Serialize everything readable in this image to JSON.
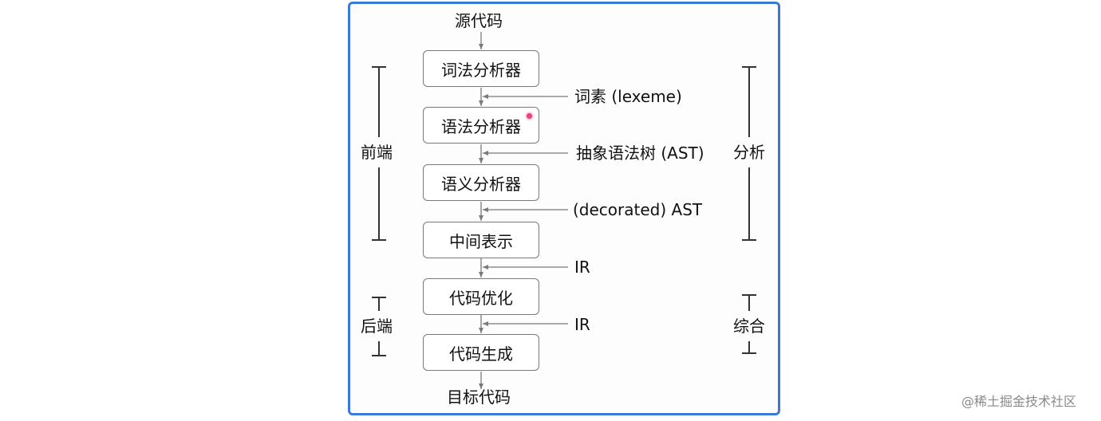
{
  "diagram": {
    "source": "源代码",
    "target": "目标代码",
    "stages": [
      "词法分析器",
      "语法分析器",
      "语义分析器",
      "中间表示",
      "代码优化",
      "代码生成"
    ],
    "edge_labels": [
      "词素 (lexeme)",
      "抽象语法树 (AST)",
      "(decorated) AST",
      "IR",
      "IR"
    ],
    "left_groups": [
      "前端",
      "后端"
    ],
    "right_groups": [
      "分析",
      "综合"
    ]
  },
  "watermark": "@稀土掘金技术社区",
  "colors": {
    "frame": "#3b79d6",
    "line": "#7a7a7a"
  }
}
